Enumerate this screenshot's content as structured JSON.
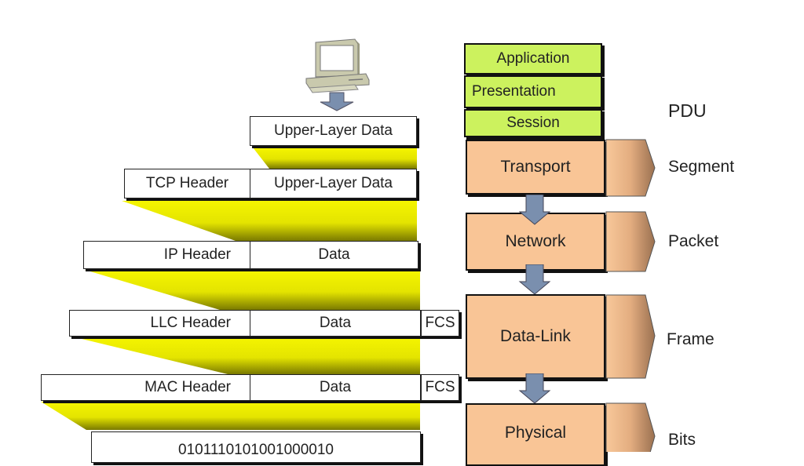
{
  "encapsulation": {
    "rows": [
      {
        "cells": [
          "Upper-Layer Data"
        ]
      },
      {
        "cells": [
          "TCP Header",
          "Upper-Layer Data"
        ]
      },
      {
        "cells": [
          "IP Header",
          "Data"
        ]
      },
      {
        "cells": [
          "LLC Header",
          "Data",
          "FCS"
        ]
      },
      {
        "cells": [
          "MAC Header",
          "Data",
          "FCS"
        ]
      },
      {
        "cells": [
          "0101110101001000010"
        ]
      }
    ]
  },
  "osi_layers": {
    "upper": [
      "Application",
      "Presentation",
      "Session"
    ],
    "lower": [
      "Transport",
      "Network",
      "Data-Link",
      "Physical"
    ]
  },
  "pdu": {
    "title": "PDU",
    "labels": [
      "Segment",
      "Packet",
      "Frame",
      "Bits"
    ]
  },
  "colors": {
    "upper_layers": "#ccf25e",
    "lower_layers": "#f9c596",
    "wedge": "#f2f200",
    "arrow": "#7a8fae"
  }
}
